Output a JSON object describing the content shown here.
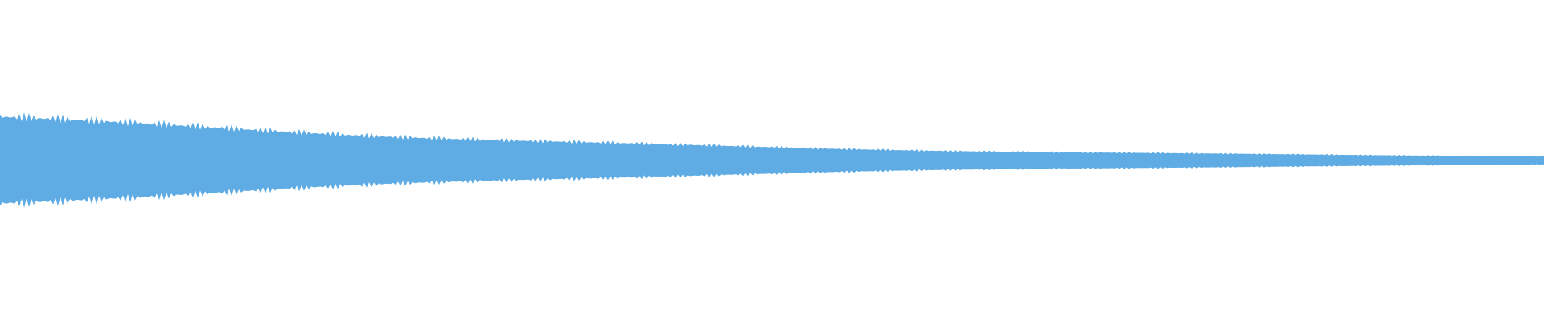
{
  "waveform": {
    "name": "audio-waveform",
    "color": "#5eace3",
    "background": "#ffffff",
    "envelope": {
      "start_amplitude": 1.0,
      "end_amplitude": 0.09,
      "decay": "exponential"
    }
  }
}
